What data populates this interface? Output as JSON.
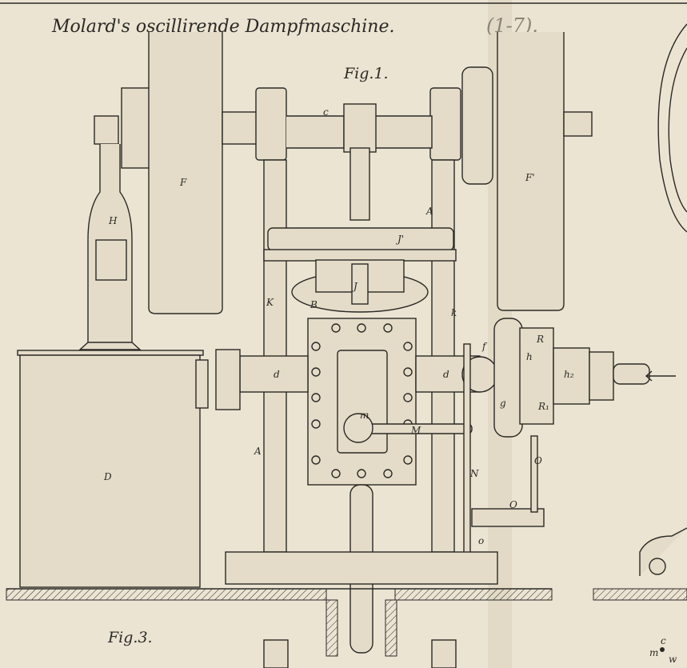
{
  "title": "Molard's oscillirende Dampfmaschine.",
  "pencil_note": "(1-7).",
  "figures": {
    "fig1": "Fig.1.",
    "fig3": "Fig.3."
  },
  "labels": {
    "F": "F",
    "F_prime": "F'",
    "H": "H",
    "D": "D",
    "A_upper": "A",
    "A_lower": "A",
    "K": "K",
    "k": "k",
    "B": "B",
    "J_prime": "J'",
    "J": "J",
    "c": "c",
    "d_left": "d",
    "d_right": "d",
    "f": "f",
    "g": "g",
    "h": "h",
    "h2": "h₂",
    "R": "R",
    "R1": "R₁",
    "m": "m",
    "M": "M",
    "N": "N",
    "O_upper": "O",
    "O_lower": "O",
    "o": "o",
    "fig3_c": "c",
    "fig3_m": "m",
    "fig3_w": "w"
  }
}
